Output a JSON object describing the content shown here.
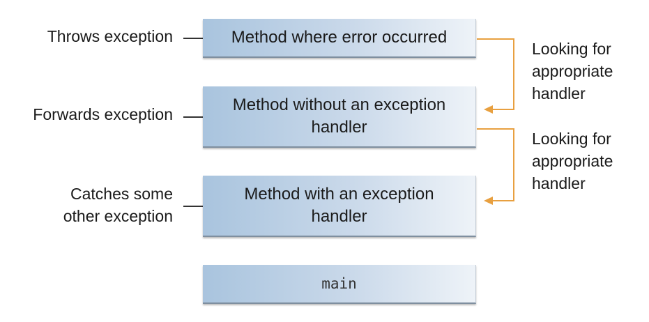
{
  "diagram": {
    "boxes": [
      {
        "label": "Method where error occurred"
      },
      {
        "label": "Method without an exception handler"
      },
      {
        "label": "Method with an exception handler"
      },
      {
        "label": "main"
      }
    ],
    "left_labels": [
      {
        "text": "Throws exception"
      },
      {
        "text": "Forwards exception"
      },
      {
        "lines": [
          "Catches some",
          "other exception"
        ]
      }
    ],
    "right_labels": [
      {
        "lines": [
          "Looking for",
          "appropriate",
          "handler"
        ]
      },
      {
        "lines": [
          "Looking for",
          "appropriate",
          "handler"
        ]
      }
    ],
    "colors": {
      "arrow": "#e8a040",
      "box_gradient_start": "#a9c4de",
      "box_gradient_end": "#eef3f8",
      "connector_line": "#333333"
    }
  }
}
